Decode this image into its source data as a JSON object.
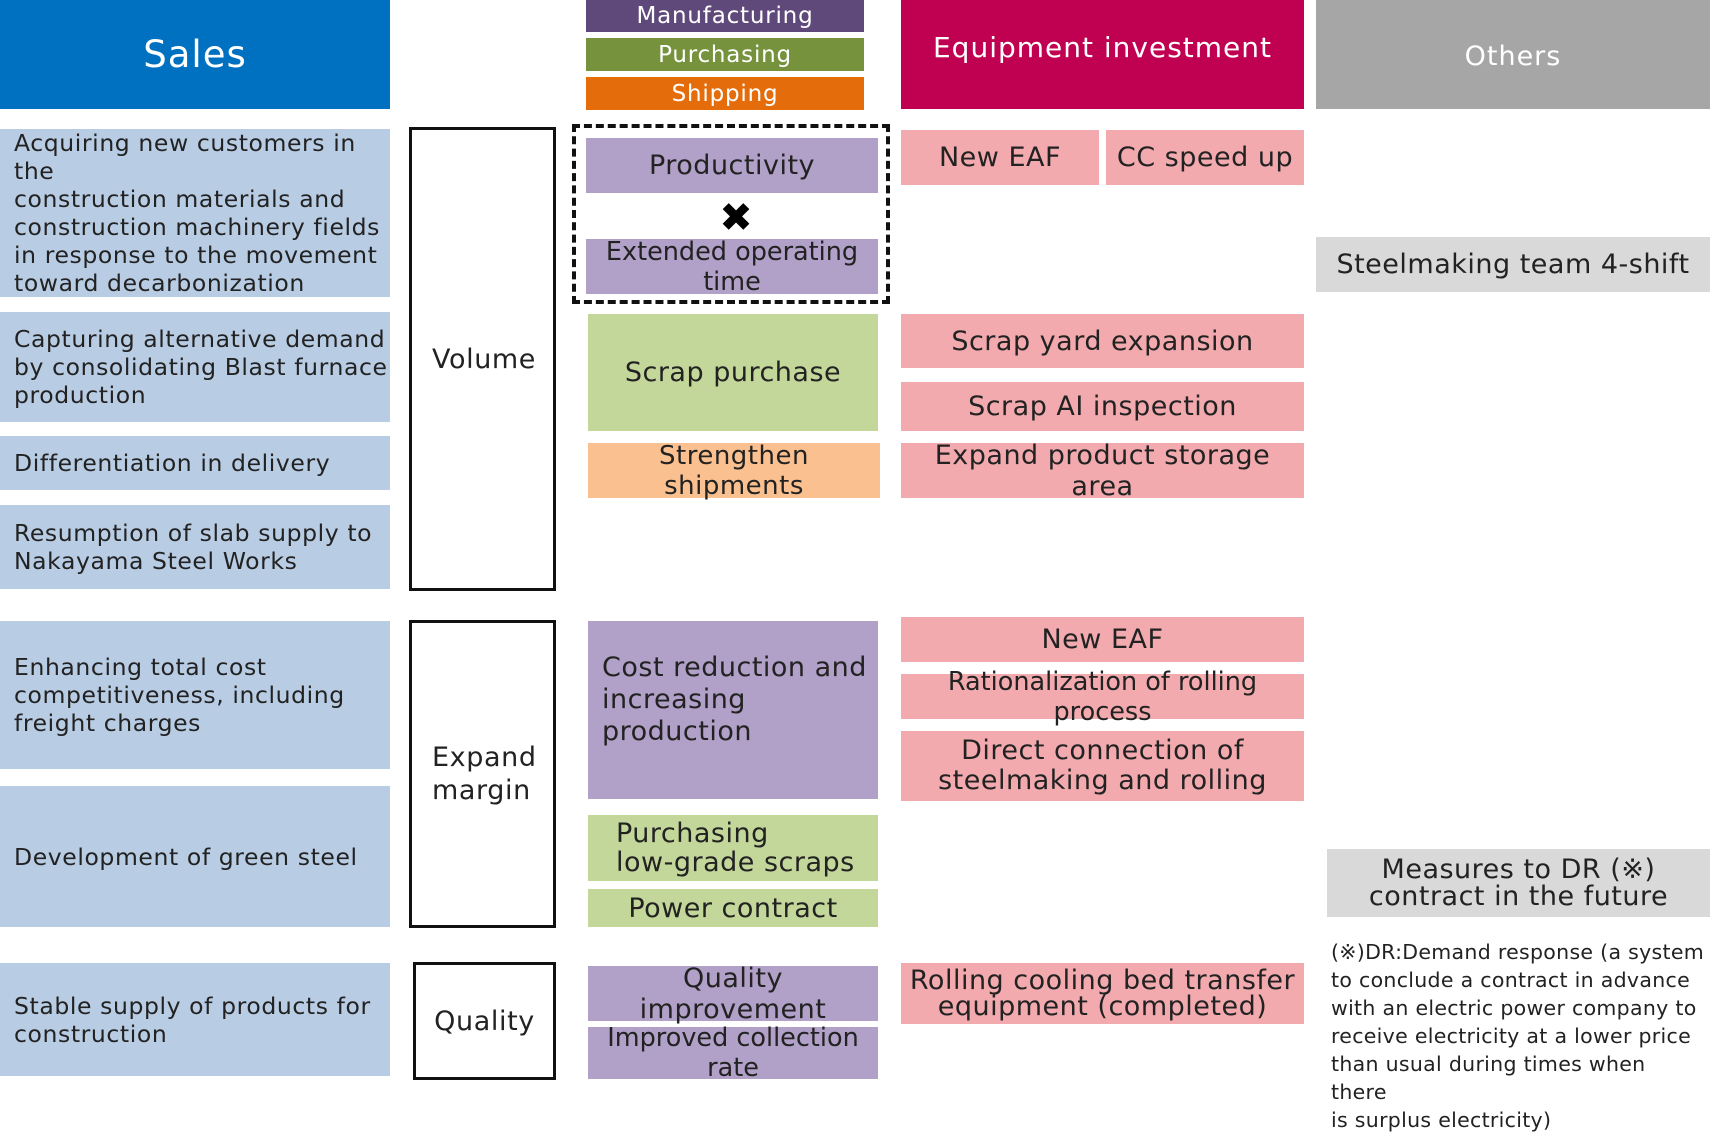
{
  "headers": {
    "sales": "Sales",
    "manufacturing": "Manufacturing",
    "purchasing": "Purchasing",
    "shipping": "Shipping",
    "equipment": "Equipment investment",
    "others": "Others"
  },
  "sales_items": [
    "Acquiring new customers in the\nconstruction materials and\nconstruction machinery fields\nin response to the movement\ntoward decarbonization",
    "Capturing alternative demand\nby consolidating Blast furnace\nproduction",
    "Differentiation in delivery",
    "Resumption of slab supply to\nNakayama Steel Works",
    "Enhancing total cost\ncompetitiveness, including\nfreight charges",
    "Development of green steel",
    "Stable supply of products for\nconstruction"
  ],
  "categories": {
    "volume": "Volume",
    "margin": "Expand\nmargin",
    "quality": "Quality"
  },
  "operations": {
    "productivity": "Productivity",
    "multiply_symbol": "✖",
    "extended_time": "Extended operating time",
    "scrap_purchase": "Scrap purchase",
    "strengthen_shipments": "Strengthen shipments",
    "cost_reduction": "Cost reduction and\nincreasing production",
    "low_grade_scraps": "Purchasing\nlow-grade scraps",
    "power_contract": "Power contract",
    "quality_improvement": "Quality improvement",
    "collection_rate": "Improved collection rate"
  },
  "equipment": {
    "new_eaf_1": "New EAF",
    "cc_speed": "CC speed up",
    "scrap_yard": "Scrap yard expansion",
    "scrap_ai": "Scrap AI inspection",
    "storage_area": "Expand product storage area",
    "new_eaf_2": "New EAF",
    "rolling_rationalization": "Rationalization of rolling process",
    "direct_connection": "Direct connection of\nsteelmaking and rolling",
    "cooling_bed": "Rolling cooling bed transfer\nequipment (completed)"
  },
  "others": {
    "team_shift": "Steelmaking team 4-shift",
    "dr_measures": "Measures to DR (※)\ncontract in the future",
    "dr_note": "(※)DR:Demand response (a system\nto conclude a contract in advance\nwith an electric power company to\nreceive electricity at a lower price\nthan usual during times when there\nis surplus electricity)"
  },
  "colors": {
    "sales_header": "#0070c0",
    "equipment_header": "#c00050",
    "others_header": "#a6a6a6",
    "manufacturing": "#5f497a",
    "purchasing": "#76923c",
    "shipping": "#e46c0a"
  }
}
